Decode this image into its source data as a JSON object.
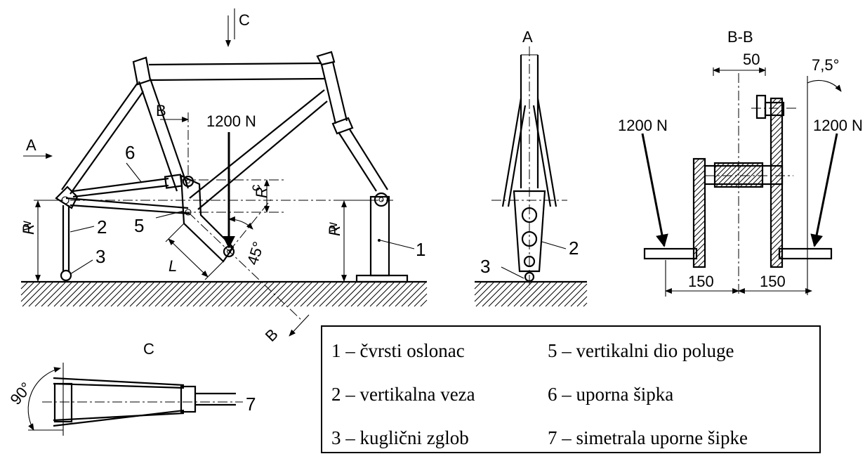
{
  "views": {
    "main": {
      "label_a": "A",
      "label_b_top": "B",
      "label_b_bottom": "B",
      "label_c": "C",
      "force": "1200 N",
      "angle": "45°",
      "dim_rw_left": "R",
      "dim_rw_right": "R",
      "dim_rw_sub": "w",
      "dim_rc": "R",
      "dim_rc_sub": "c",
      "dim_l": "L",
      "part_1": "1",
      "part_2": "2",
      "part_3": "3",
      "part_5": "5",
      "part_6": "6"
    },
    "view_a": {
      "title": "A",
      "part_2": "2",
      "part_3": "3"
    },
    "view_bb": {
      "title": "B-B",
      "dim_50": "50",
      "angle": "7,5°",
      "force_left": "1200 N",
      "force_right": "1200 N",
      "dim_150_left": "150",
      "dim_150_right": "150"
    },
    "view_c": {
      "title": "C",
      "angle": "90°",
      "part_7": "7"
    }
  },
  "legend": {
    "items": [
      "1 – čvrsti oslonac",
      "2 – vertikalna veza",
      "3 – kuglični zglob",
      "5 – vertikalni dio poluge",
      "6 – uporna šipka",
      "7 – simetrala uporne šipke"
    ]
  }
}
